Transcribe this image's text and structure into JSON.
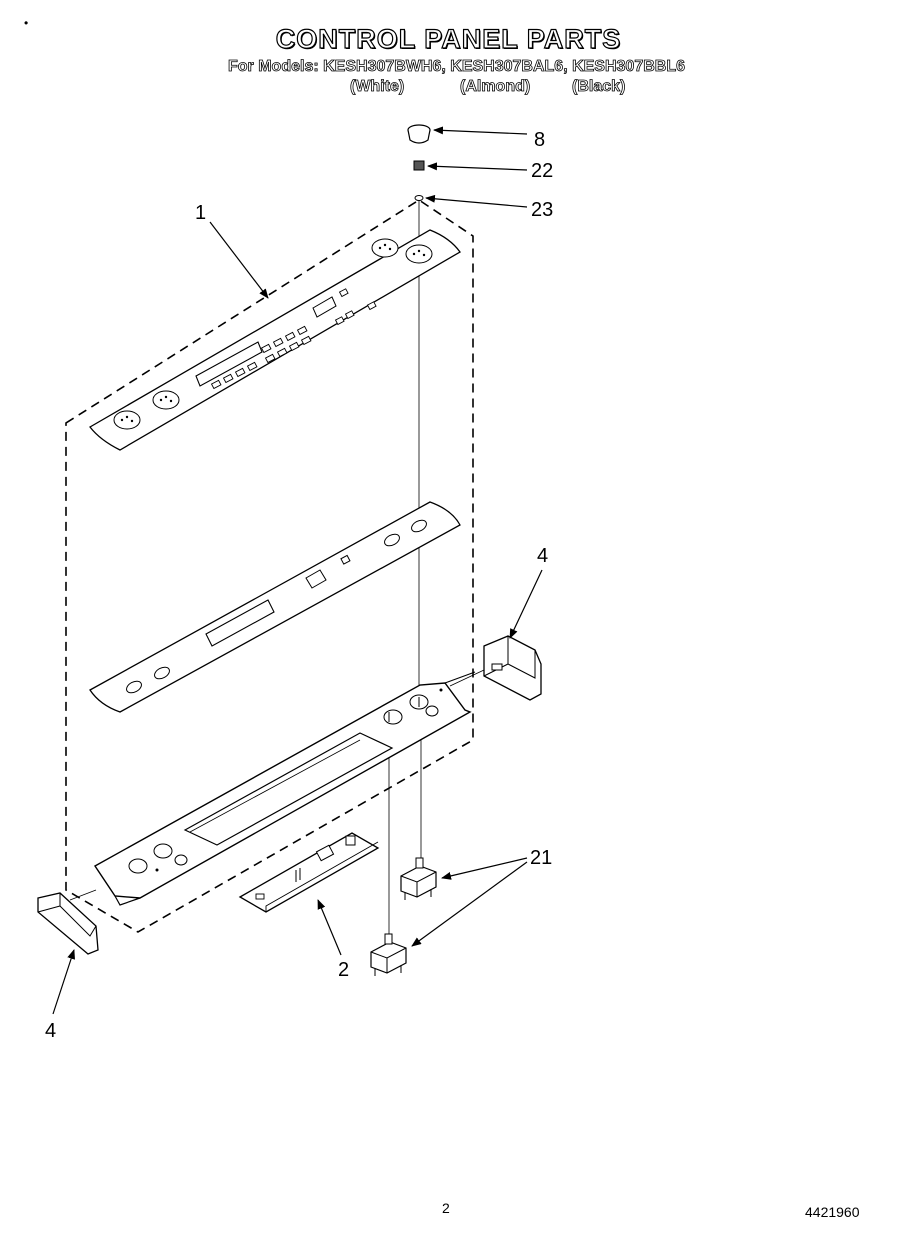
{
  "header": {
    "title": "CONTROL PANEL PARTS",
    "models_line": "For Models: KESH307BWH6, KESH307BAL6, KESH307BBL6",
    "finish_white": "(White)",
    "finish_almond": "(Almond)",
    "finish_black": "(Black)"
  },
  "callouts": {
    "knob": "8",
    "nut": "22",
    "washer": "23",
    "control_panel_overlay": "1",
    "end_cap_right": "4",
    "end_cap_left": "4",
    "switch": "21",
    "control_board": "2"
  },
  "footer": {
    "page_number": "2",
    "part_number": "4421960"
  }
}
